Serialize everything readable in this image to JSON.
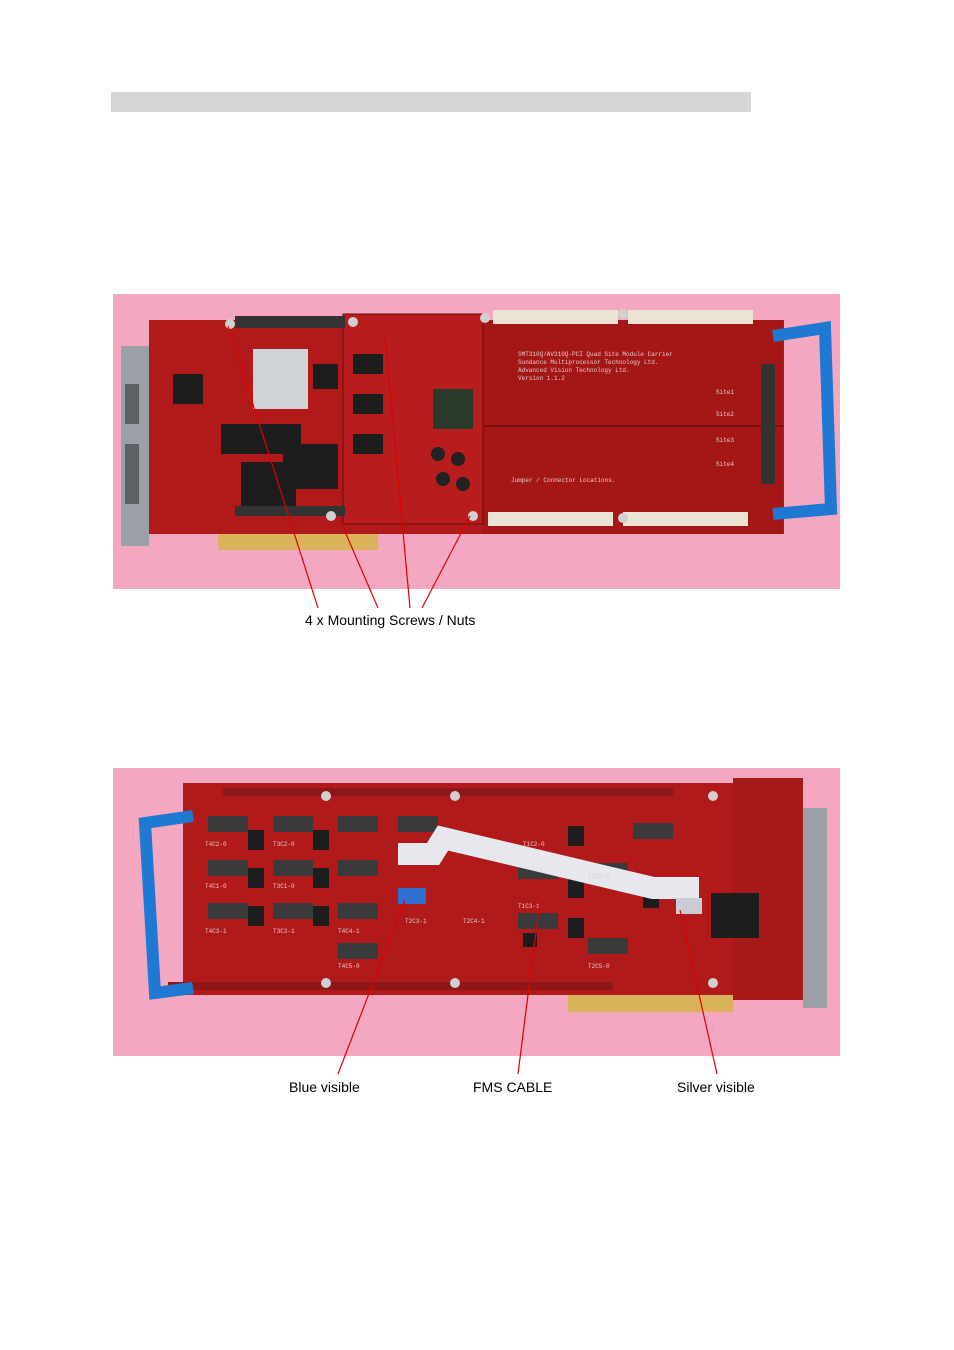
{
  "header": {
    "bar_color": "#d6d6d6"
  },
  "photo_top": {
    "board_label_lines": [
      "SMT310Q/AV310Q-PCI Quad Site Module Carrier",
      "Sundance Multiprocessor Technology Ltd.",
      "Advanced Vision Technology Ltd.",
      "Version 1.1.2"
    ],
    "site_labels": [
      "Site1",
      "Site2",
      "Site3",
      "Site4"
    ],
    "bottom_label": "Jumper / Connector Locations.",
    "colors": {
      "background": "#f3a7c0",
      "pcb": "#b01a1a",
      "handle": "#1f78d1"
    }
  },
  "photo_bottom": {
    "connector_labels": [
      "T4C2-0",
      "T3C2-0",
      "T1C2-0",
      "T2C5-1",
      "T4C1-0",
      "T3C1-0",
      "T4C3-1",
      "T3C3-1",
      "T4C4-1",
      "T2C3-1",
      "T2C4-1",
      "T1C3-1",
      "T4C5-0",
      "T2C5-0"
    ],
    "colors": {
      "background": "#f3a7c0",
      "pcb": "#b01a1a",
      "cable": "#e6e8ee",
      "handle": "#1f78d1"
    }
  },
  "captions": {
    "screws": "4 x Mounting Screws / Nuts",
    "blue": "Blue visible",
    "fms": "FMS CABLE",
    "silver": "Silver visible"
  }
}
